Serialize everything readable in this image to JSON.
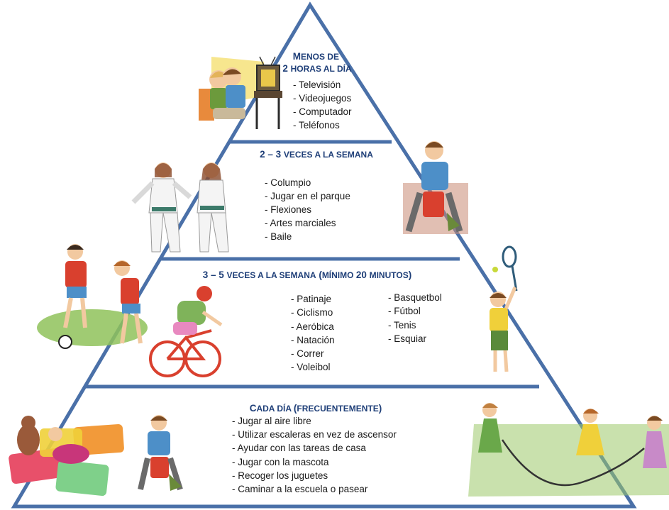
{
  "colors": {
    "frame": "#4a70a8",
    "title": "#1f3f78",
    "text": "#1a1a1a"
  },
  "levels": [
    {
      "title_lines": [
        [
          {
            "t": "M",
            "big": true
          },
          {
            "t": "ENOS DE",
            "big": false
          }
        ],
        [
          {
            "t": "2 ",
            "big": true
          },
          {
            "t": "HORAS AL DÍA",
            "big": false
          }
        ]
      ],
      "items": [
        "- Televisión",
        "- Videojuegos",
        "- Computador",
        "- Teléfonos"
      ],
      "illustration": "kids-watching-tv"
    },
    {
      "title_lines": [
        [
          {
            "t": "2 – 3 ",
            "big": true
          },
          {
            "t": "VECES A LA SEMANA",
            "big": false
          }
        ]
      ],
      "items": [
        "- Columpio",
        "- Jugar en el parque",
        "- Flexiones",
        "- Artes marciales",
        "- Baile"
      ],
      "illustration": "martial-arts-kids-and-boy-sitting"
    },
    {
      "title_lines": [
        [
          {
            "t": "3 – 5 ",
            "big": true
          },
          {
            "t": "VECES A LA SEMANA",
            "big": false
          },
          {
            "t": " (",
            "big": true
          },
          {
            "t": "MÍNIMO ",
            "big": false
          },
          {
            "t": "20 ",
            "big": true
          },
          {
            "t": "MINUTOS",
            "big": false
          },
          {
            "t": ")",
            "big": true
          }
        ]
      ],
      "items_col1": [
        "- Patinaje",
        "- Ciclismo",
        "- Aeróbica",
        "- Natación",
        "- Correr",
        "- Voleibol"
      ],
      "items_col2": [
        "- Basquetbol",
        "- Fútbol",
        "- Tenis",
        "- Esquiar"
      ],
      "illustration": "soccer-cycling-tennis"
    },
    {
      "title_lines": [
        [
          {
            "t": "C",
            "big": true
          },
          {
            "t": "ADA DÍA ",
            "big": false
          },
          {
            "t": "(",
            "big": true
          },
          {
            "t": "FRECUENTEMENTE",
            "big": false
          },
          {
            "t": ")",
            "big": true
          }
        ]
      ],
      "items": [
        "- Jugar al aire libre",
        "- Utilizar escaleras en vez de ascensor",
        "- Ayudar con las tareas de casa",
        "- Jugar con la mascota",
        "- Recoger los juguetes",
        "- Caminar a la escuela o pasear"
      ],
      "illustration": "toys-and-jump-rope"
    }
  ]
}
